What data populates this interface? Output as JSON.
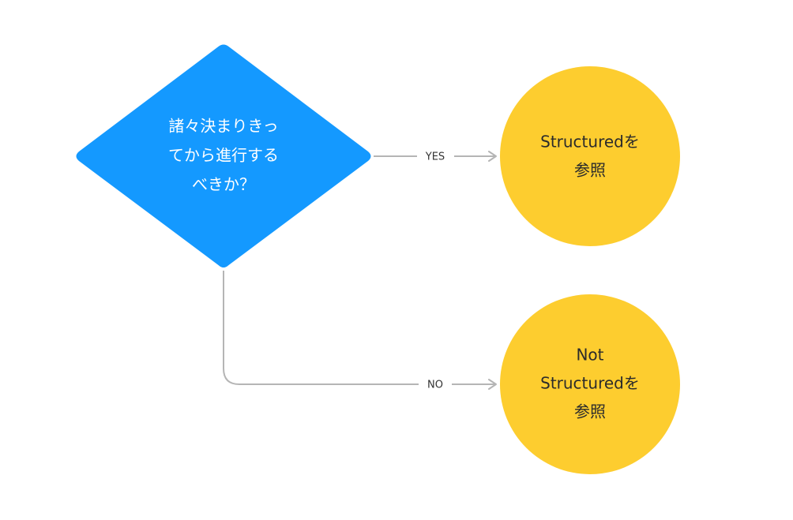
{
  "colors": {
    "decision_fill": "#1499ff",
    "decision_text": "#ffffff",
    "result_fill": "#fdcd2f",
    "result_text": "#2b2b2b",
    "edge_stroke": "#b5b5b5",
    "edge_label_text": "#333333",
    "background": "#ffffff"
  },
  "decision": {
    "lines": [
      "諸々決まりきっ",
      "てから進行する",
      "べきか？"
    ]
  },
  "edges": {
    "yes_label": "YES",
    "no_label": "NO"
  },
  "results": {
    "structured": {
      "lines": [
        "Structuredを",
        "参照"
      ]
    },
    "not_structured": {
      "lines": [
        "Not",
        "Structuredを",
        "参照"
      ]
    }
  }
}
